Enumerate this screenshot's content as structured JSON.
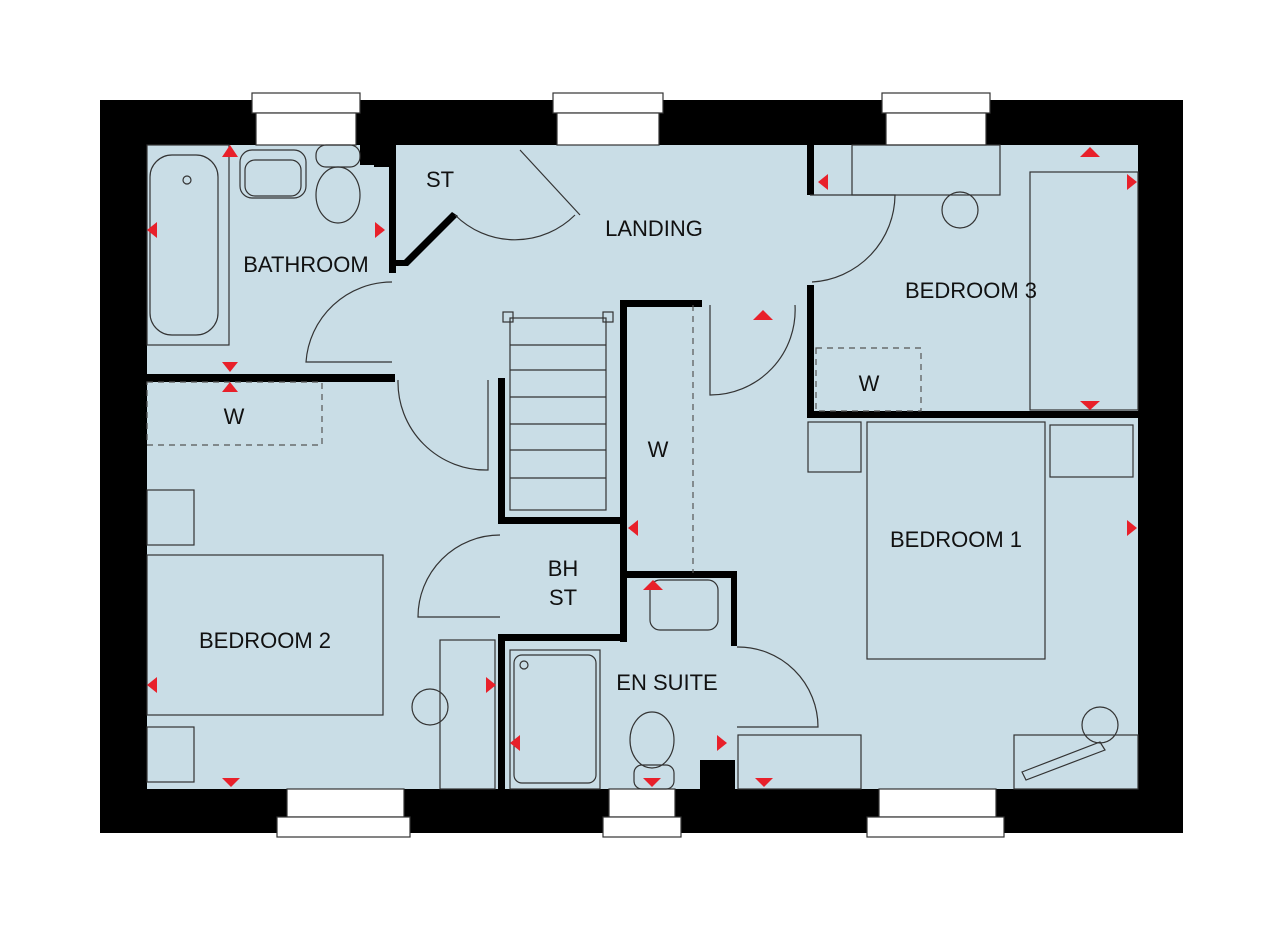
{
  "rooms": {
    "bathroom": "BATHROOM",
    "store_top": "ST",
    "landing": "LANDING",
    "bedroom3": "BEDROOM 3",
    "wardrobe_bed3": "W",
    "wardrobe_bed2": "W",
    "wardrobe_landing": "W",
    "bedroom1": "BEDROOM 1",
    "bedroom2": "BEDROOM 2",
    "bh_store_line1": "BH",
    "bh_store_line2": "ST",
    "en_suite": "EN SUITE"
  },
  "colors": {
    "floor": "#c9dde6",
    "wall": "#000000",
    "marker": "#e8202a"
  }
}
